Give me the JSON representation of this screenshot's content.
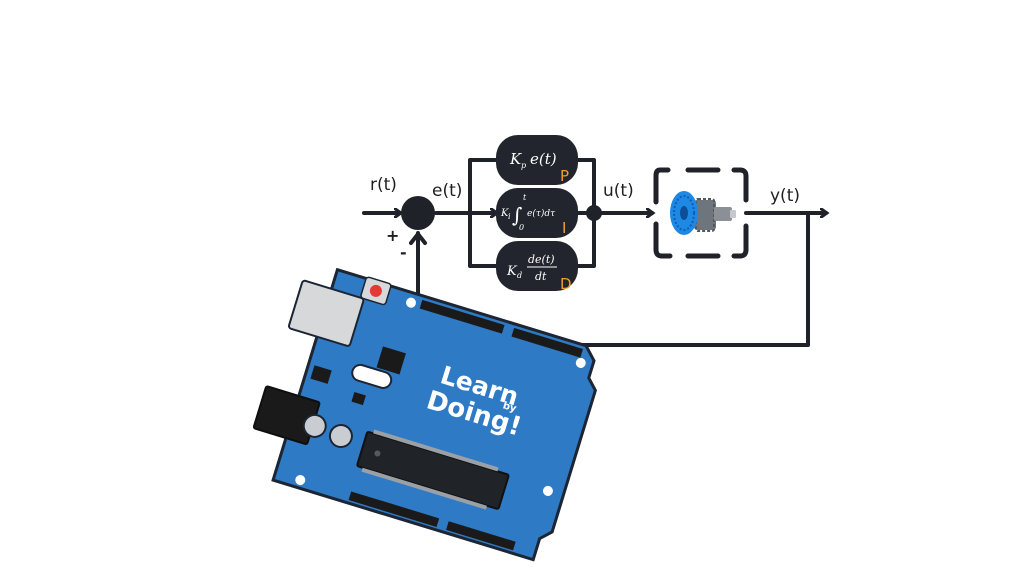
{
  "signals": {
    "reference": "r(t)",
    "error": "e(t)",
    "control": "u(t)",
    "output": "y(t)",
    "plus": "+",
    "minus": "-"
  },
  "blocks": {
    "p": {
      "tag": "P"
    },
    "i": {
      "tag": "I"
    },
    "d": {
      "tag": "D"
    }
  },
  "board": {
    "brand_learn": "Learn",
    "brand_by": "by",
    "brand_doing": "Doing!"
  },
  "colors": {
    "line": "#1f2229",
    "block_fill": "#22252d",
    "tag": "#f0a030",
    "board": "#2f7ac4",
    "board_dark": "#1c5d9e",
    "motor": "#1e88e5"
  }
}
